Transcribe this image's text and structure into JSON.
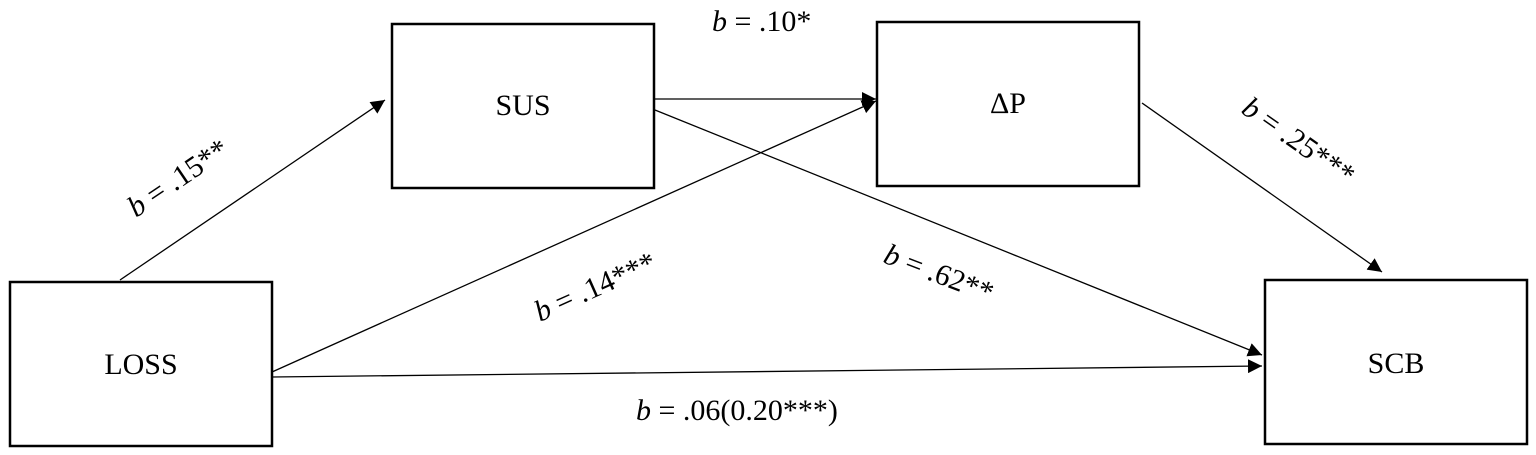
{
  "nodes": {
    "sus": "SUS",
    "dp": "ΔP",
    "loss": "LOSS",
    "scb": "SCB"
  },
  "paths": {
    "loss_sus": {
      "b": "b",
      "rest": " = .15**"
    },
    "sus_dp": {
      "b": "b",
      "rest": " = .10*"
    },
    "dp_scb": {
      "b": "b",
      "rest": " = .25***"
    },
    "loss_dp": {
      "b": "b",
      "rest": " = .14***"
    },
    "sus_scb": {
      "b": "b",
      "rest": " = .62**"
    },
    "loss_scb": {
      "b": "b",
      "rest": " = .06(0.20***)"
    }
  },
  "colors": {
    "stroke": "#000000",
    "background": "#ffffff"
  }
}
